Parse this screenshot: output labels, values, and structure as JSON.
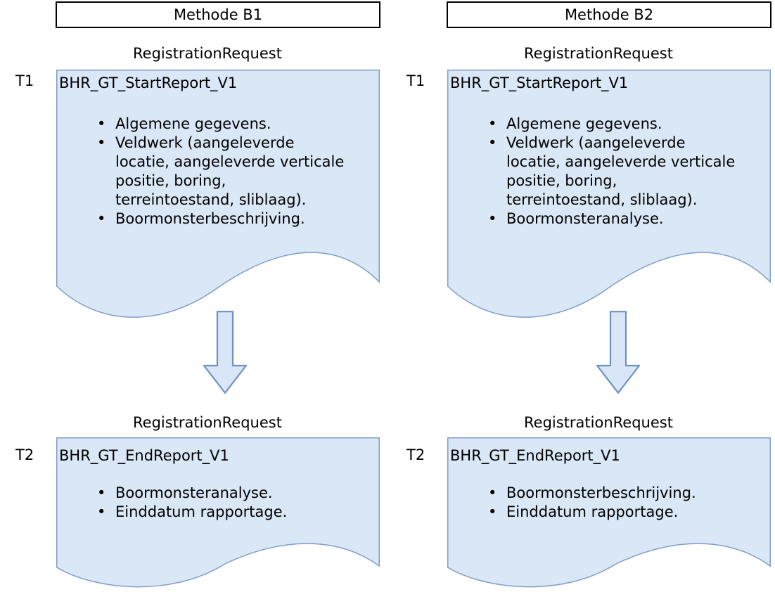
{
  "diagram": {
    "colors": {
      "doc_fill": "#dae7f6",
      "doc_stroke": "#7f9dc9",
      "arrow_fill": "#d8e6f8",
      "arrow_stroke": "#6f91c1",
      "header_border": "#000000"
    },
    "columns": [
      {
        "header": "Methode B1",
        "t1": {
          "request_label": "RegistrationRequest",
          "time_label": "T1",
          "doc_title": "BHR_GT_StartReport_V1",
          "bullets": [
            "Algemene gegevens.",
            "Veldwerk (aangeleverde\nlocatie, aangeleverde verticale\npositie, boring,\nterreintoestand, sliblaag).",
            "Boormonsterbeschrijving."
          ]
        },
        "t2": {
          "request_label": "RegistrationRequest",
          "time_label": "T2",
          "doc_title": "BHR_GT_EndReport_V1",
          "bullets": [
            "Boormonsteranalyse.",
            "Einddatum rapportage."
          ]
        }
      },
      {
        "header": "Methode B2",
        "t1": {
          "request_label": "RegistrationRequest",
          "time_label": "T1",
          "doc_title": "BHR_GT_StartReport_V1",
          "bullets": [
            "Algemene gegevens.",
            "Veldwerk (aangeleverde\nlocatie, aangeleverde verticale\npositie, boring,\nterreintoestand, sliblaag).",
            "Boormonsteranalyse."
          ]
        },
        "t2": {
          "request_label": "RegistrationRequest",
          "time_label": "T2",
          "doc_title": "BHR_GT_EndReport_V1",
          "bullets": [
            "Boormonsterbeschrijving.",
            "Einddatum rapportage."
          ]
        }
      }
    ]
  }
}
